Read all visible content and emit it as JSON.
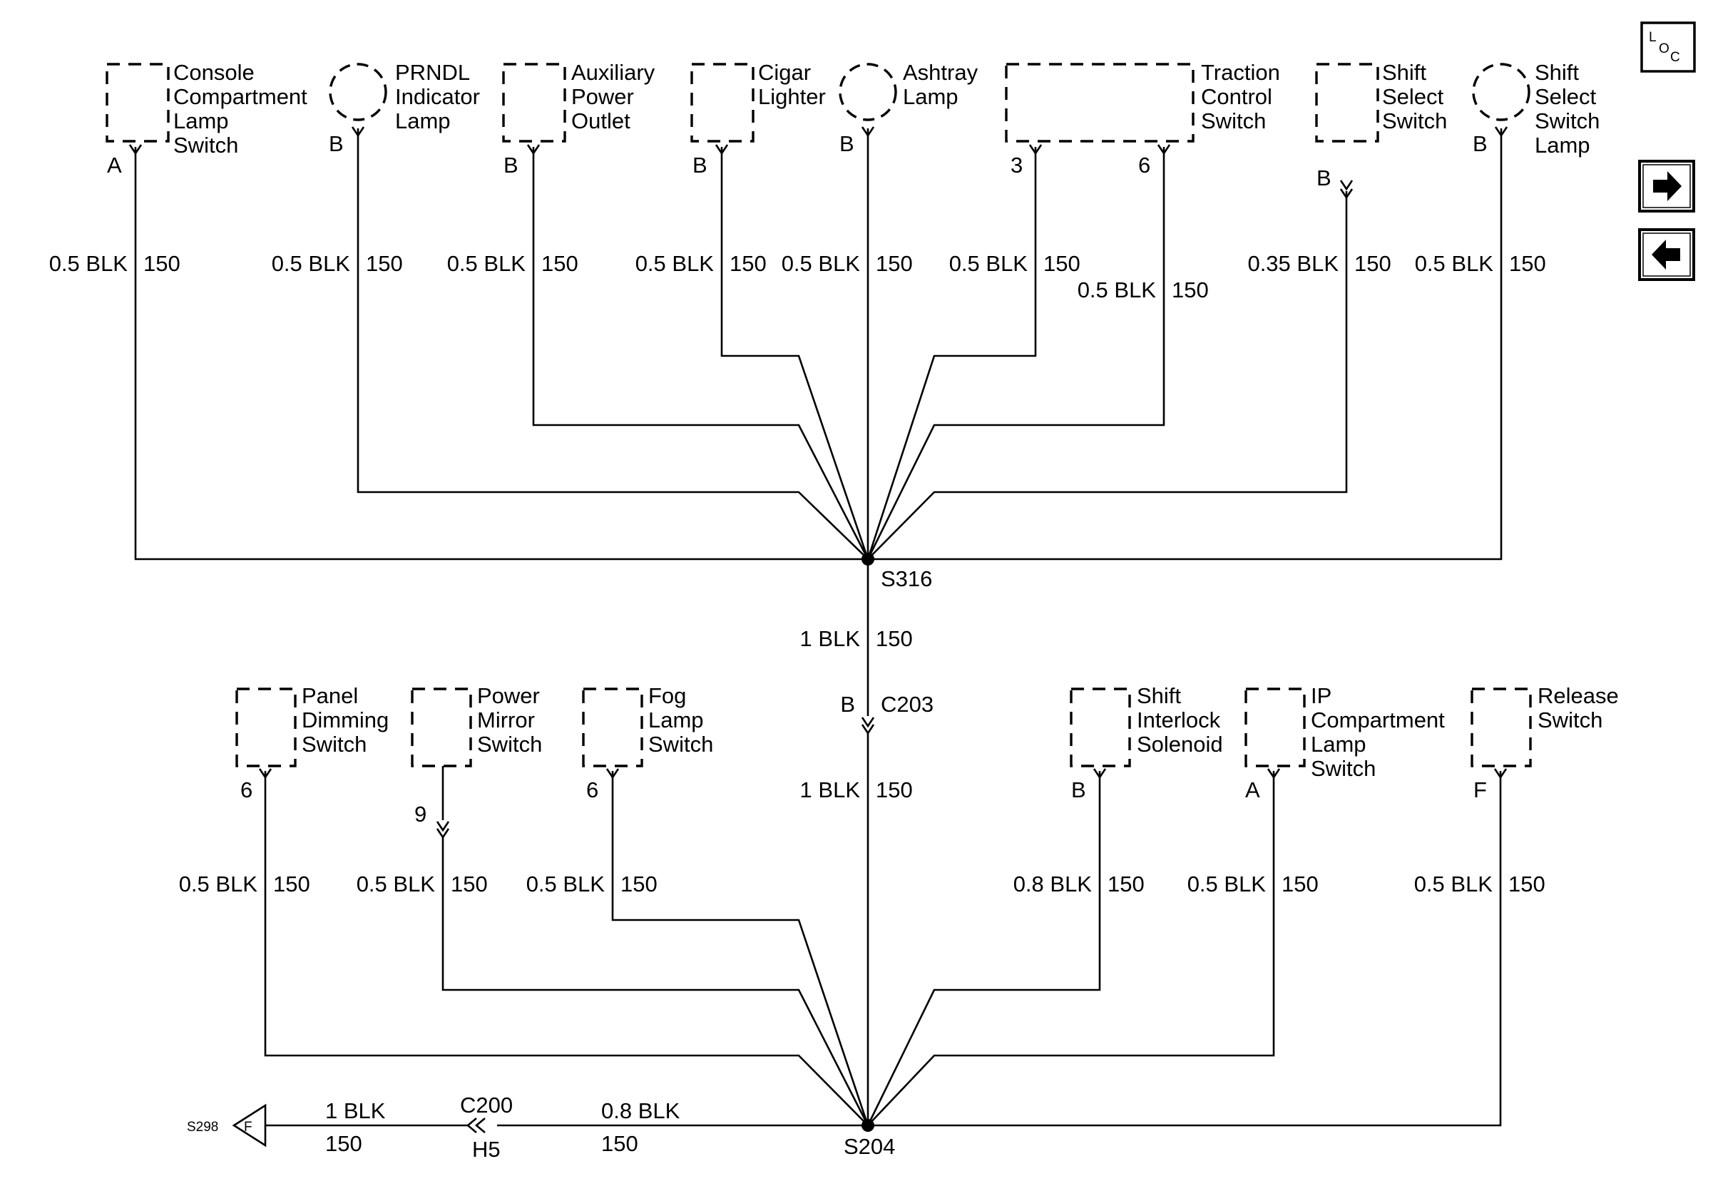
{
  "nav": {
    "loc_icon": "loc-icon",
    "loc_parts": [
      "L",
      "O",
      "C"
    ],
    "next_icon": "right-arrow-icon",
    "prev_icon": "left-arrow-icon"
  },
  "upper_components": [
    {
      "name": "Console Compartment Lamp Switch",
      "lines": [
        "Console",
        "Compartment",
        "Lamp",
        "Switch"
      ],
      "shape": "box",
      "pins": [
        "A"
      ]
    },
    {
      "name": "PRNDL Indicator Lamp",
      "lines": [
        "PRNDL",
        "Indicator",
        "Lamp"
      ],
      "shape": "circle",
      "pins": [
        "B"
      ]
    },
    {
      "name": "Auxiliary Power Outlet",
      "lines": [
        "Auxiliary",
        "Power",
        "Outlet"
      ],
      "shape": "box",
      "pins": [
        "B"
      ]
    },
    {
      "name": "Cigar Lighter",
      "lines": [
        "Cigar",
        "Lighter"
      ],
      "shape": "box",
      "pins": [
        "B"
      ]
    },
    {
      "name": "Ashtray Lamp",
      "lines": [
        "Ashtray",
        "Lamp"
      ],
      "shape": "circle",
      "pins": [
        "B"
      ]
    },
    {
      "name": "Traction Control Switch",
      "lines": [
        "Traction",
        "Control",
        "Switch"
      ],
      "shape": "box",
      "pins": [
        "3",
        "6"
      ]
    },
    {
      "name": "Shift Select Switch",
      "lines": [
        "Shift",
        "Select",
        "Switch"
      ],
      "shape": "box",
      "pins": [
        "B"
      ]
    },
    {
      "name": "Shift Select Switch Lamp",
      "lines": [
        "Shift",
        "Select",
        "Switch",
        "Lamp"
      ],
      "shape": "circle",
      "pins": [
        "B"
      ]
    }
  ],
  "upper_wires": [
    {
      "size": "0.5 BLK",
      "circuit": "150"
    },
    {
      "size": "0.5 BLK",
      "circuit": "150"
    },
    {
      "size": "0.5 BLK",
      "circuit": "150"
    },
    {
      "size": "0.5 BLK",
      "circuit": "150"
    },
    {
      "size": "0.5 BLK",
      "circuit": "150"
    },
    {
      "size": "0.5 BLK",
      "circuit": "150"
    },
    {
      "size": "0.5 BLK",
      "circuit": "150"
    },
    {
      "size": "0.35 BLK",
      "circuit": "150"
    },
    {
      "size": "0.5 BLK",
      "circuit": "150"
    }
  ],
  "splice_upper": "S316",
  "trunk": {
    "upper_size": "1 BLK",
    "upper_circuit": "150",
    "connector": "C203",
    "connector_pin": "B",
    "lower_size": "1 BLK",
    "lower_circuit": "150"
  },
  "lower_components": [
    {
      "name": "Panel Dimming Switch",
      "lines": [
        "Panel",
        "Dimming",
        "Switch"
      ],
      "pins": [
        "6"
      ]
    },
    {
      "name": "Power Mirror Switch",
      "lines": [
        "Power",
        "Mirror",
        "Switch"
      ],
      "pins": [
        "9"
      ]
    },
    {
      "name": "Fog Lamp Switch",
      "lines": [
        "Fog",
        "Lamp",
        "Switch"
      ],
      "pins": [
        "6"
      ]
    },
    {
      "name": "Shift Interlock Solenoid",
      "lines": [
        "Shift",
        "Interlock",
        "Solenoid"
      ],
      "pins": [
        "B"
      ]
    },
    {
      "name": "IP Compartment Lamp Switch",
      "lines": [
        "IP",
        "Compartment",
        "Lamp",
        "Switch"
      ],
      "pins": [
        "A"
      ]
    },
    {
      "name": "Release Switch",
      "lines": [
        "Release",
        "Switch"
      ],
      "pins": [
        "F"
      ]
    }
  ],
  "lower_wires": [
    {
      "size": "0.5 BLK",
      "circuit": "150"
    },
    {
      "size": "0.5 BLK",
      "circuit": "150"
    },
    {
      "size": "0.5 BLK",
      "circuit": "150"
    },
    {
      "size": "0.8 BLK",
      "circuit": "150"
    },
    {
      "size": "0.5 BLK",
      "circuit": "150"
    },
    {
      "size": "0.5 BLK",
      "circuit": "150"
    }
  ],
  "splice_lower": "S204",
  "ground_path": {
    "left_size": "1 BLK",
    "left_circuit": "150",
    "connector": "C200",
    "connector_pin": "H5",
    "right_size": "0.8 BLK",
    "right_circuit": "150",
    "ref_label": "S298",
    "ref_letter": "F"
  }
}
